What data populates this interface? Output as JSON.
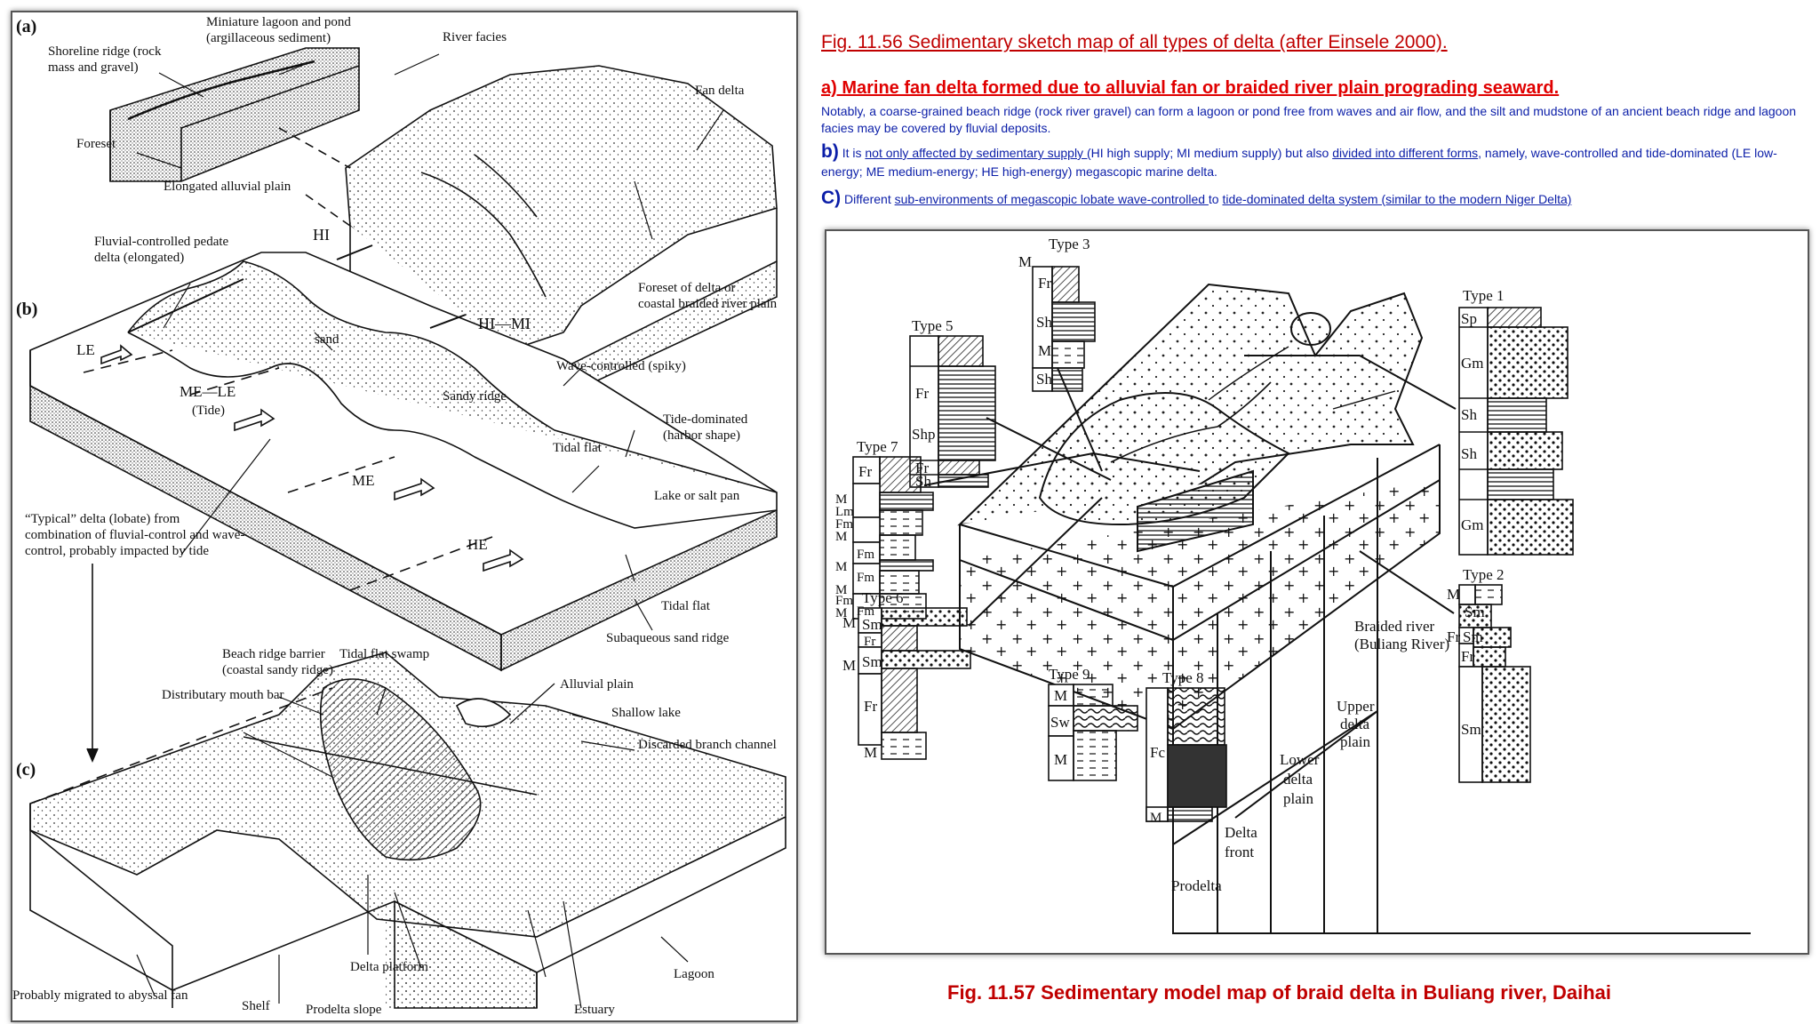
{
  "left": {
    "a": "(a)",
    "b": "(b)",
    "c": "(c)",
    "miniature1": "Miniature lagoon and pond",
    "miniature2": "(argillaceous sediment)",
    "river_facies": "River facies",
    "shoreline1": "Shoreline ridge (rock",
    "shoreline2": "mass and gravel)",
    "fan_delta": "Fan delta",
    "foreset": "Foreset",
    "elongated": "Elongated alluvial plain",
    "foreset_delta1": "Foreset of delta or",
    "foreset_delta2": "coastal braided river plain",
    "fluvial1": "Fluvial-controlled pedate",
    "fluvial2": "delta (elongated)",
    "hi": "HI",
    "hi_mi": "HI—MI",
    "le": "LE",
    "sand": "sand",
    "me_le": "ME—LE",
    "tide": "(Tide)",
    "wave": "Wave-controlled (spiky)",
    "sandy_ridge": "Sandy ridge",
    "tide_dom1": "Tide-dominated",
    "tide_dom2": "(harbor shape)",
    "tidal_flat": "Tidal flat",
    "me": "ME",
    "lake": "Lake or salt pan",
    "typical1": "“Typical” delta (lobate) from",
    "typical2": "combination of fluvial-control and wave-",
    "typical3": "control, probably impacted by tide",
    "he": "HE",
    "tidal_flat2": "Tidal flat",
    "subaqueous": "Subaqueous sand ridge",
    "beach1": "Beach ridge barrier",
    "beach2": "(coastal sandy ridge)",
    "swamp": "Tidal flat swamp",
    "alluvial": "Alluvial plain",
    "mouth_bar": "Distributary mouth bar",
    "shallow": "Shallow lake",
    "discarded": "Discarded branch channel",
    "delta_platform": "Delta platform",
    "lagoon": "Lagoon",
    "abyssal": "Probably migrated to abyssal fan",
    "shelf": "Shelf",
    "prodelta_slope": "Prodelta slope",
    "estuary": "Estuary"
  },
  "captions": {
    "fig1156": "Fig. 11.56 Sedimentary sketch map of all types of delta (after Einsele 2000).",
    "a": "a) Marine fan delta formed due to alluvial fan or braided river plain prograding seaward.",
    "notably": "Notably, a coarse-grained beach ridge (rock river gravel) can form a lagoon or pond free from waves and air flow, and the silt and mudstone of an ancient beach ridge and lagoon facies may be covered by fluvial deposits.",
    "b_letter": "b)",
    "b_1": " It is ",
    "b_2": "not only affected by sedimentary supply (",
    "b_3": "HI high supply; MI medium supply) but also ",
    "b_4": "divided into different forms",
    "b_5": ", namely, wave-controlled and tide-dominated (LE low-energy; ME medium-energy; HE high-energy) megascopic marine delta.",
    "c_letter": "C)",
    "c_1": " Different ",
    "c_2": "sub-environments of megascopic lobate wave-controlled ",
    "c_3": "to ",
    "c_4": "tide-dominated delta system (similar to the modern Niger Delta)",
    "fig1157": "Fig. 11.57 Sedimentary model map of braid delta in Buliang river, Daihai"
  },
  "right": {
    "type1": "Type 1",
    "type2": "Type 2",
    "type3": "Type 3",
    "type5": "Type 5",
    "type6": "Type 6",
    "type7": "Type 7",
    "type8": "Type 8",
    "type9": "Type 9",
    "t1_sp": "Sp",
    "t1_gm": "Gm",
    "t1_sh": "Sh",
    "t1_sh2": "Sh",
    "t1_gm2": "Gm",
    "t2_m": "M",
    "t2_sm": "Sm",
    "t2_fr": "Fr",
    "t2_sm2": "Sm",
    "t2_fr2": "Fr",
    "t2_sm3": "Sm",
    "t3_m": "M",
    "t3_fr": "Fr",
    "t3_sh": "Sh",
    "t3_m2": "M",
    "t3_sh2": "Sh",
    "t5_fr": "Fr",
    "t5_shp": "Shp",
    "t5_fr2": "Fr",
    "t5_sh": "Sh",
    "t7_fr": "Fr",
    "t7_m": "M",
    "t7_lm": "Lm",
    "t7_fm": "Fm",
    "t7_m2": "M",
    "t7_fm2": "Fm",
    "t7_m3": "M",
    "t7_fm3": "Fm",
    "t7_m4": "M",
    "t7_fm4": "Fm",
    "t7_m5": "M",
    "t7_fm5": "Fm",
    "t6_m": "M",
    "t6_sm": "Sm",
    "t6_fr": "Fr",
    "t6_m2": "M",
    "t6_sm2": "Sm",
    "t6_fr2": "Fr",
    "t6_m3": "M",
    "t9_m": "M",
    "t9_sw": "Sw",
    "t9_m2": "M",
    "t8_fc": "Fc",
    "t8_m": "M",
    "braided1": "Braided river",
    "braided2": "(Buliang River)",
    "upper1": "Upper",
    "upper2": "delta",
    "upper3": "plain",
    "lower1": "Lower",
    "lower2": "delta",
    "lower3": "plain",
    "front1": "Delta",
    "front2": "front",
    "prodelta": "Prodelta"
  }
}
